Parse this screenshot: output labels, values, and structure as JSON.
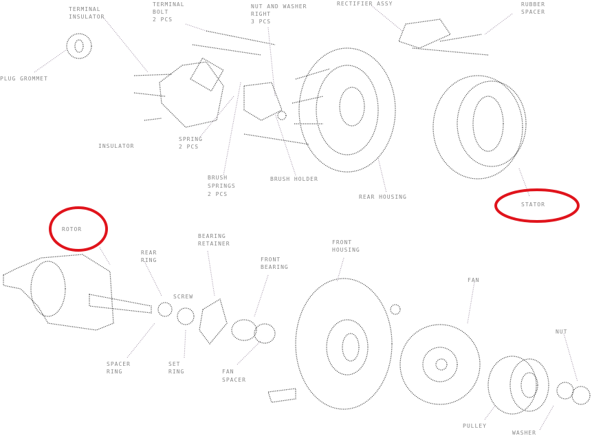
{
  "title": "Alternator exploded view",
  "labels": {
    "terminal_insulator": [
      "TERMINAL",
      "INSULATOR"
    ],
    "plug_grommet": "PLUG GROMMET",
    "terminal_bolt": [
      "TERMINAL",
      "BOLT",
      "2 PCS"
    ],
    "nut_washer": [
      "NUT AND WASHER",
      "RIGHT",
      "3 PCS"
    ],
    "rectifier": "RECTIFIER ASSY",
    "rubber_spacer": [
      "RUBBER",
      "SPACER"
    ],
    "insulator": "INSULATOR",
    "spring": [
      "SPRING",
      "2 PCS"
    ],
    "brush_springs": [
      "BRUSH",
      "SPRINGS",
      "2 PCS"
    ],
    "brush_holder": "BRUSH HOLDER",
    "rear_housing": "REAR HOUSING",
    "stator": "STATOR",
    "rotor": "ROTOR",
    "rear_ring": [
      "REAR",
      "RING"
    ],
    "bearing_retainer": [
      "BEARING",
      "RETAINER"
    ],
    "front_bearing": [
      "FRONT",
      "BEARING"
    ],
    "front_housing": [
      "FRONT",
      "HOUSING"
    ],
    "spacer": [
      "SPACER",
      "RING"
    ],
    "collar": [
      "SET",
      "RING"
    ],
    "fan_spacer": [
      "FAN",
      "SPACER"
    ],
    "screw": "SCREW",
    "fan": "FAN",
    "nut": "NUT",
    "pulley": "PULLEY",
    "washer": "WASHER"
  },
  "highlight_color": "#e0141c"
}
